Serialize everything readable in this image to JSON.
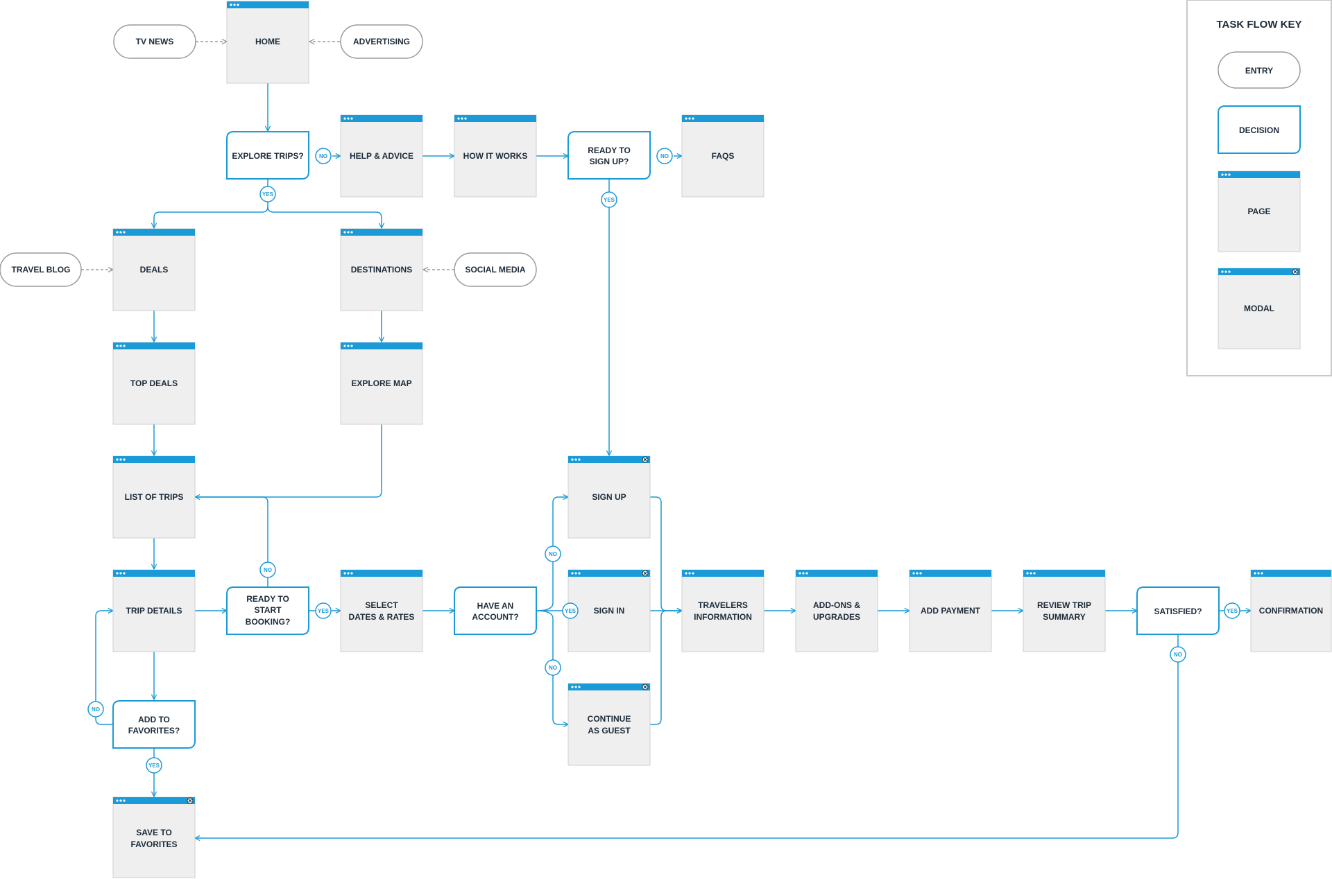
{
  "key": {
    "title": "TASK FLOW KEY",
    "entry": "ENTRY",
    "decision": "DECISION",
    "page": "PAGE",
    "modal": "MODAL"
  },
  "entries": {
    "tv_news": "TV NEWS",
    "advertising": "ADVERTISING",
    "travel_blog": "TRAVEL BLOG",
    "social_media": "SOCIAL MEDIA"
  },
  "pages": {
    "home": "HOME",
    "help_advice": "HELP & ADVICE",
    "how_it_works": "HOW IT WORKS",
    "faqs": "FAQS",
    "deals": "DEALS",
    "destinations": "DESTINATIONS",
    "top_deals": "TOP DEALS",
    "explore_map": "EXPLORE MAP",
    "list_of_trips": "LIST OF TRIPS",
    "trip_details": "TRIP DETAILS",
    "select_dates": [
      "SELECT",
      "DATES & RATES"
    ],
    "travelers_info": [
      "TRAVELERS",
      "INFORMATION"
    ],
    "addons": [
      "ADD-ONS &",
      "UPGRADES"
    ],
    "add_payment": "ADD PAYMENT",
    "review_trip": [
      "REVIEW TRIP",
      "SUMMARY"
    ],
    "confirmation": "CONFIRMATION"
  },
  "modals": {
    "sign_up": "SIGN UP",
    "sign_in": "SIGN IN",
    "continue_guest": [
      "CONTINUE",
      "AS GUEST"
    ],
    "save_favorites": [
      "SAVE TO",
      "FAVORITES"
    ]
  },
  "decisions": {
    "explore_trips": "EXPLORE TRIPS?",
    "ready_signup": [
      "READY TO",
      "SIGN UP?"
    ],
    "ready_booking": [
      "READY TO",
      "START",
      "BOOKING?"
    ],
    "have_account": [
      "HAVE AN",
      "ACCOUNT?"
    ],
    "add_favorites": [
      "ADD TO",
      "FAVORITES?"
    ],
    "satisfied": "SATISFIED?"
  },
  "answers": {
    "yes": "YES",
    "no": "NO"
  },
  "colors": {
    "accent": "#1a9ad6",
    "page_fill": "#efefef",
    "page_border": "#cfcfcf",
    "text": "#1c2b39",
    "entry_border": "#9a9a9a",
    "dashed": "#9a9a9a"
  }
}
